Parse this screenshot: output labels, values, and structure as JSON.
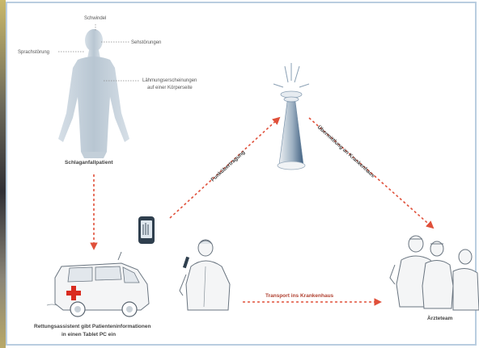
{
  "labels": {
    "schwindel": "Schwindel",
    "sehstoerungen": "Sehstörungen",
    "sprachstoerung": "Sprachstörung",
    "laehmung_line1": "Lähmungserscheinungen",
    "laehmung_line2": "auf einer Körperseite",
    "patient": "Schlaganfallpatient",
    "funkuebertragung": "Funkübertragung",
    "uebermittlung": "Übermittlung an Krankenhaus",
    "transport": "Transport ins Krankenhaus",
    "assistent_line1": "Rettungsassistent gibt Patienteninformationen",
    "assistent_line2": "in einen Tablet PC  ein",
    "aerzteteam": "Ärzteteam"
  },
  "colors": {
    "arrow": "#e0503a",
    "body": "#c7d3dd",
    "frame": "#b9cde0",
    "cross": "#d92b1f"
  },
  "icons": [
    "human-body-icon",
    "radio-tower-icon",
    "tablet-pc-icon",
    "ambulance-icon",
    "paramedic-icon",
    "doctors-team-icon"
  ]
}
